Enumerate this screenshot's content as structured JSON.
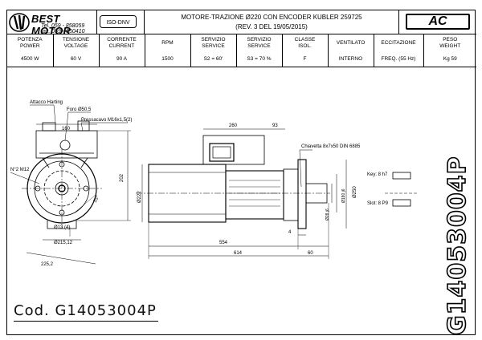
{
  "brand": {
    "name": "BEST MOTOR",
    "tel": "Tel. 059 - 858059",
    "fax": "fax. 059 - 850410",
    "cert": "ISO-DNV"
  },
  "title": {
    "line1": "MOTORE-TRAZIONE Ø220 CON ENCODER KUBLER 259725",
    "line2": "(REV. 3 DEL 19/05/2015)"
  },
  "ac_badge": "AC",
  "specs": [
    {
      "header": [
        "POTENZA",
        "POWER"
      ],
      "value": "4500 W"
    },
    {
      "header": [
        "TENSIONE",
        "VOLTAGE"
      ],
      "value": "60 V"
    },
    {
      "header": [
        "CORRENTE",
        "CURRENT"
      ],
      "value": "90 A"
    },
    {
      "header": [
        "RPM",
        ""
      ],
      "value": "1500"
    },
    {
      "header": [
        "SERVIZIO",
        "SERVICE"
      ],
      "value": "S2 = 60'"
    },
    {
      "header": [
        "SERVIZIO",
        "SERVICE"
      ],
      "value": "S3 = 70 %"
    },
    {
      "header": [
        "CLASSE",
        "ISOL."
      ],
      "value": "F"
    },
    {
      "header": [
        "VENTILATO",
        ""
      ],
      "value": "INTERNO"
    },
    {
      "header": [
        "ECCITAZIONE",
        ""
      ],
      "value": "FREQ. (55 Hz)"
    },
    {
      "header": [
        "PESO",
        "WEIGHT"
      ],
      "value": "Kg 59"
    }
  ],
  "labels": {
    "attacco": "Attacco Harting",
    "foro": "Foro Ø50,5",
    "pressacavo": "Pressacavo M16x1,5(2)",
    "chiavetta": "Chiavetta 8x7x50 DIN 6885",
    "holes": "N°2 M12",
    "angle": "15°",
    "d13": "Ø13 (4)",
    "d21512": "Ø215,12",
    "d2252": "225,2",
    "d160": "160",
    "d202": "202",
    "d260": "260",
    "d93": "93",
    "d222": "Ø222",
    "d554": "554",
    "d614": "614",
    "d4": "4",
    "d60": "60",
    "d180": "Ø180 j6",
    "d250": "Ø250",
    "d28": "Ø28 j6",
    "key": "Key: 8 h7",
    "slot": "Slot: 8 P9"
  },
  "code": "Cod. G14053004P",
  "side_code": "G14053004P"
}
